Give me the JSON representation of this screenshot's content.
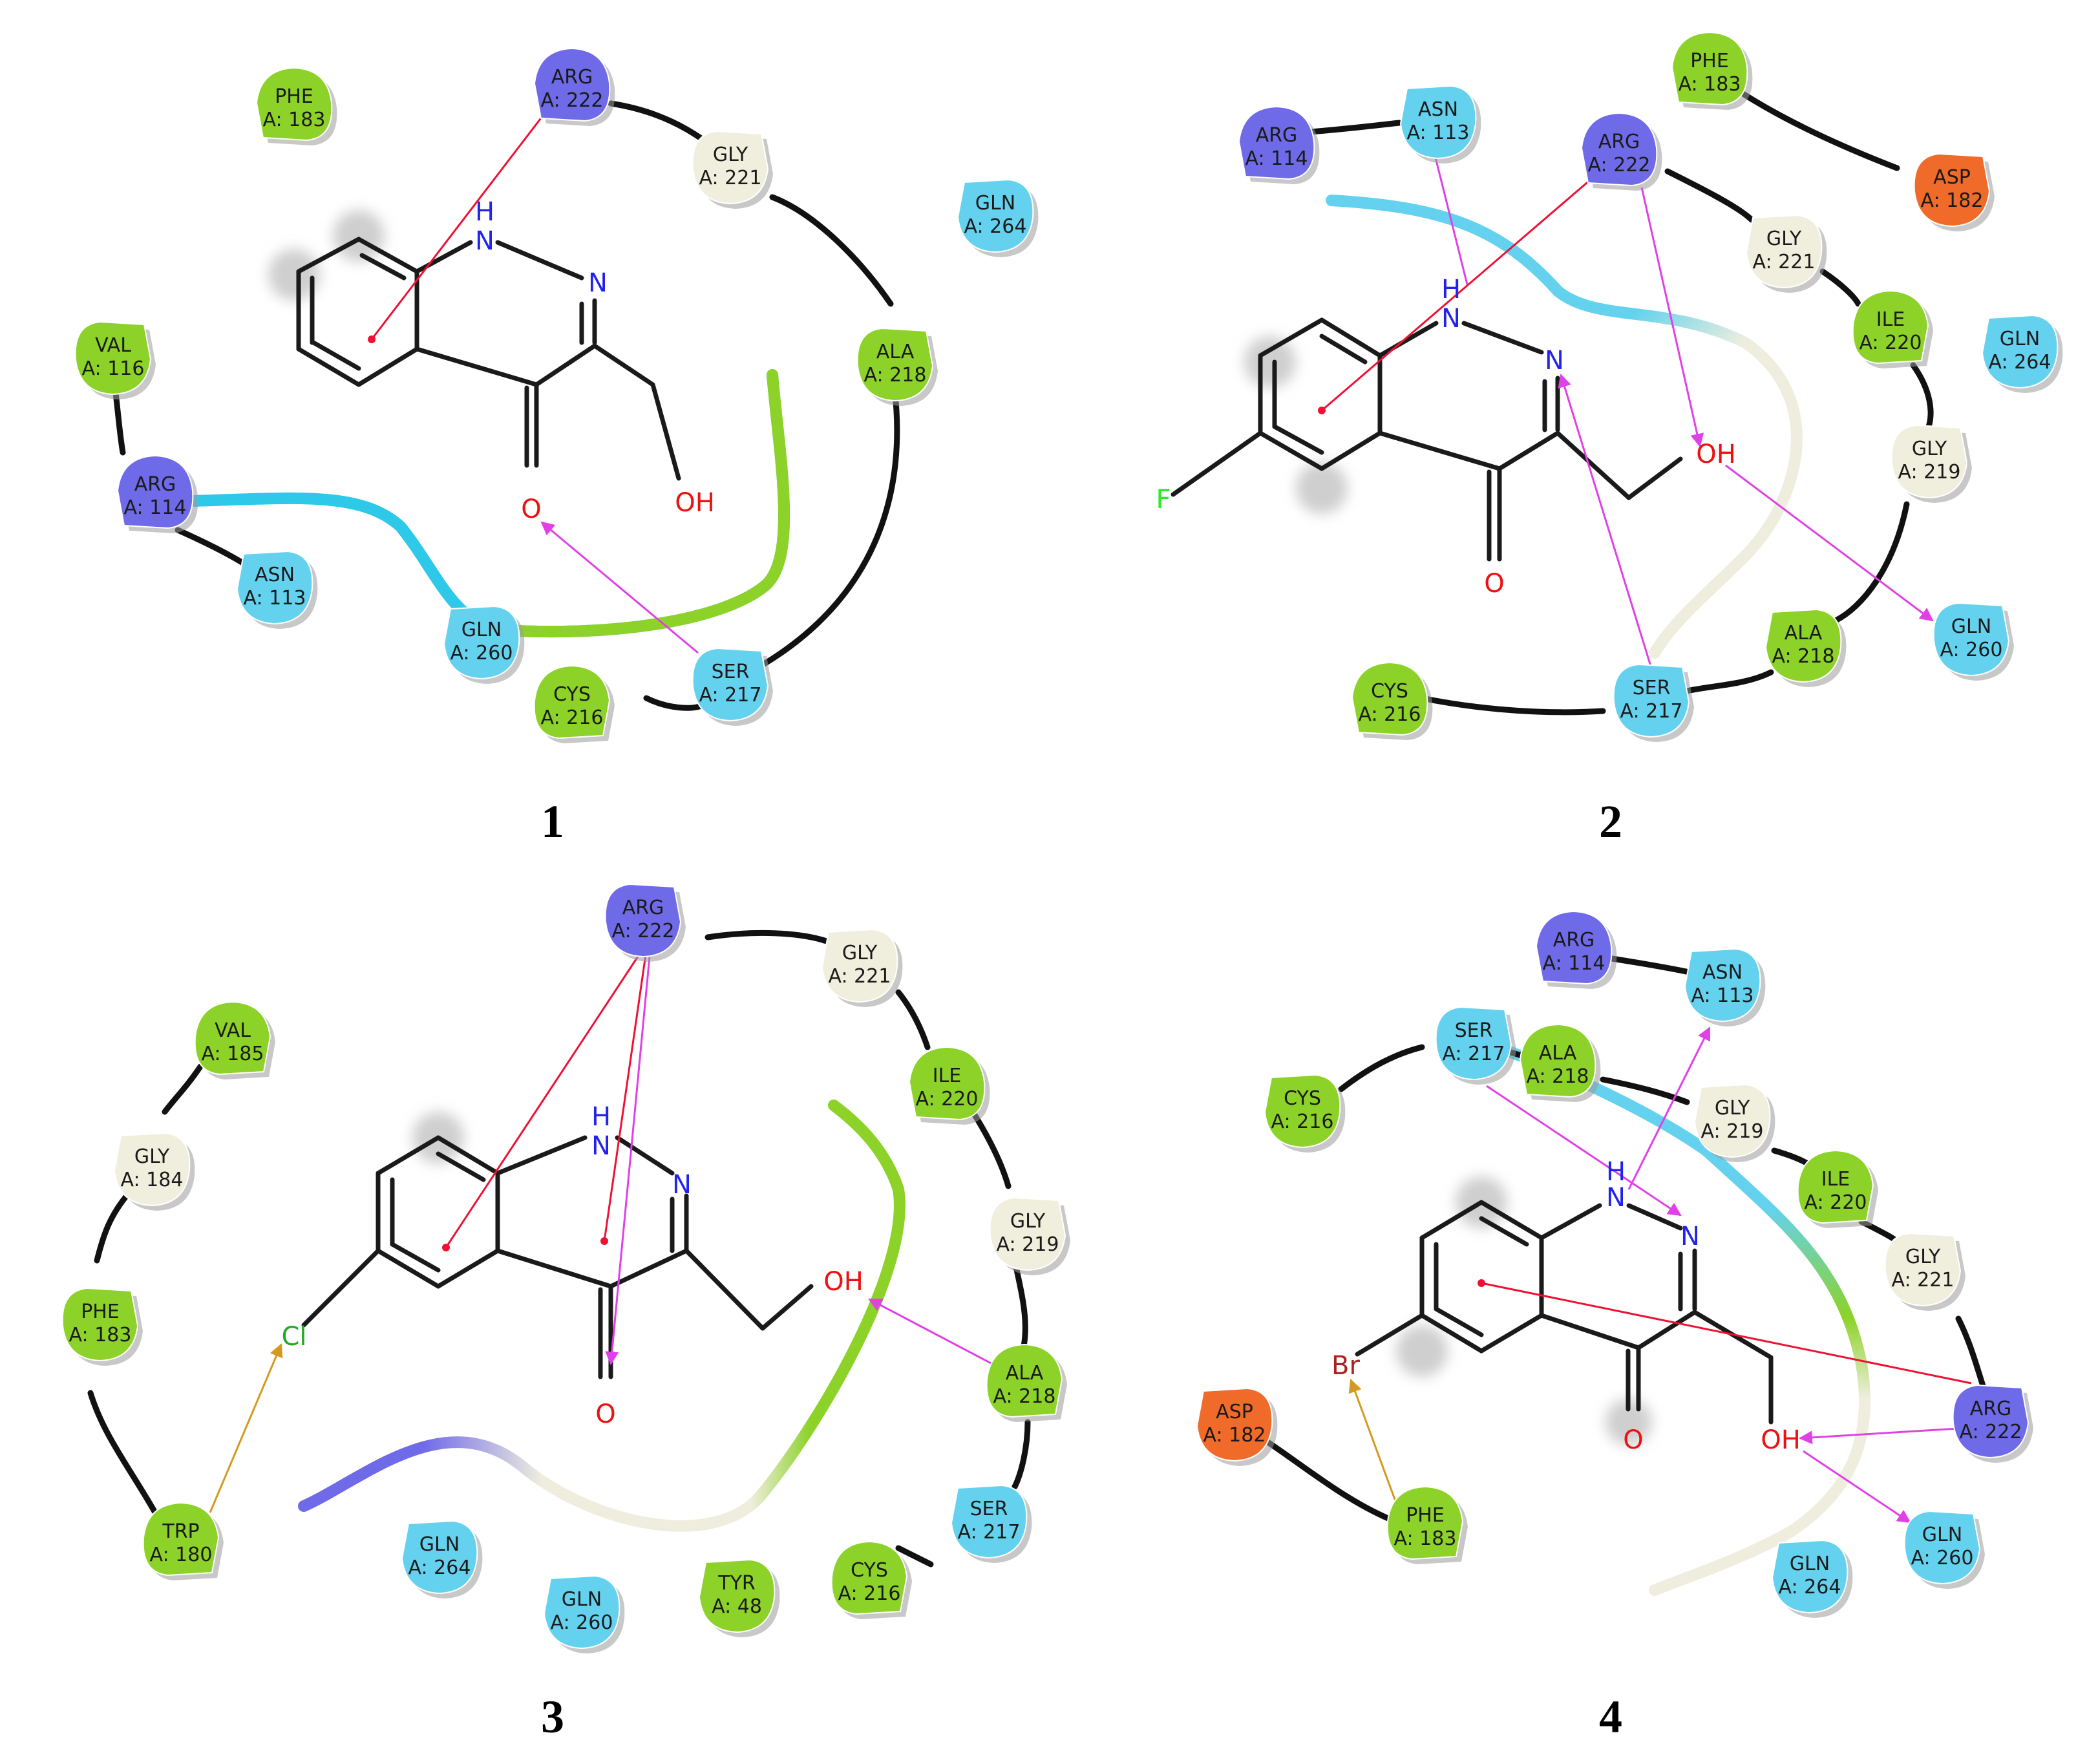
{
  "colors": {
    "charged_positive": "#6f6ae8",
    "charged_negative": "#f06a2a",
    "polar": "#64d2ee",
    "hydrophobic": "#8cd228",
    "glycine": "#f0eedd",
    "pi_pi": "#ee1133",
    "h_bond": "#e040e8",
    "halogen_bond": "#d49a20"
  },
  "atom_labels": {
    "H": "H",
    "N": "N",
    "O": "O",
    "OH": "OH",
    "F": "F",
    "Cl": "Cl",
    "Br": "Br"
  },
  "panels": [
    {
      "label": "1",
      "residues": [
        {
          "name": "PHE",
          "num": "A: 183",
          "type": "hydrophobic"
        },
        {
          "name": "ARG",
          "num": "A: 222",
          "type": "charged_positive"
        },
        {
          "name": "GLY",
          "num": "A: 221",
          "type": "glycine"
        },
        {
          "name": "GLN",
          "num": "A: 264",
          "type": "polar"
        },
        {
          "name": "VAL",
          "num": "A: 116",
          "type": "hydrophobic"
        },
        {
          "name": "ARG",
          "num": "A: 114",
          "type": "charged_positive"
        },
        {
          "name": "ALA",
          "num": "A: 218",
          "type": "hydrophobic"
        },
        {
          "name": "ASN",
          "num": "A: 113",
          "type": "polar"
        },
        {
          "name": "GLN",
          "num": "A: 260",
          "type": "polar"
        },
        {
          "name": "CYS",
          "num": "A: 216",
          "type": "hydrophobic"
        },
        {
          "name": "SER",
          "num": "A: 217",
          "type": "polar"
        }
      ]
    },
    {
      "label": "2",
      "residues": [
        {
          "name": "PHE",
          "num": "A: 183",
          "type": "hydrophobic"
        },
        {
          "name": "ARG",
          "num": "A: 114",
          "type": "charged_positive"
        },
        {
          "name": "ASN",
          "num": "A: 113",
          "type": "polar"
        },
        {
          "name": "ARG",
          "num": "A: 222",
          "type": "charged_positive"
        },
        {
          "name": "ASP",
          "num": "A: 182",
          "type": "charged_negative"
        },
        {
          "name": "GLY",
          "num": "A: 221",
          "type": "glycine"
        },
        {
          "name": "ILE",
          "num": "A: 220",
          "type": "hydrophobic"
        },
        {
          "name": "GLN",
          "num": "A: 264",
          "type": "polar"
        },
        {
          "name": "GLY",
          "num": "A: 219",
          "type": "glycine"
        },
        {
          "name": "GLN",
          "num": "A: 260",
          "type": "polar"
        },
        {
          "name": "ALA",
          "num": "A: 218",
          "type": "hydrophobic"
        },
        {
          "name": "CYS",
          "num": "A: 216",
          "type": "hydrophobic"
        },
        {
          "name": "SER",
          "num": "A: 217",
          "type": "polar"
        }
      ]
    },
    {
      "label": "3",
      "residues": [
        {
          "name": "ARG",
          "num": "A: 222",
          "type": "charged_positive"
        },
        {
          "name": "GLY",
          "num": "A: 221",
          "type": "glycine"
        },
        {
          "name": "VAL",
          "num": "A: 185",
          "type": "hydrophobic"
        },
        {
          "name": "ILE",
          "num": "A: 220",
          "type": "hydrophobic"
        },
        {
          "name": "GLY",
          "num": "A: 184",
          "type": "glycine"
        },
        {
          "name": "GLY",
          "num": "A: 219",
          "type": "glycine"
        },
        {
          "name": "PHE",
          "num": "A: 183",
          "type": "hydrophobic"
        },
        {
          "name": "ALA",
          "num": "A: 218",
          "type": "hydrophobic"
        },
        {
          "name": "SER",
          "num": "A: 217",
          "type": "polar"
        },
        {
          "name": "TRP",
          "num": "A: 180",
          "type": "hydrophobic"
        },
        {
          "name": "GLN",
          "num": "A: 264",
          "type": "polar"
        },
        {
          "name": "GLN",
          "num": "A: 260",
          "type": "polar"
        },
        {
          "name": "TYR",
          "num": "A: 48",
          "type": "hydrophobic"
        },
        {
          "name": "CYS",
          "num": "A: 216",
          "type": "hydrophobic"
        }
      ]
    },
    {
      "label": "4",
      "residues": [
        {
          "name": "ARG",
          "num": "A: 114",
          "type": "charged_positive"
        },
        {
          "name": "ASN",
          "num": "A: 113",
          "type": "polar"
        },
        {
          "name": "SER",
          "num": "A: 217",
          "type": "polar"
        },
        {
          "name": "ALA",
          "num": "A: 218",
          "type": "hydrophobic"
        },
        {
          "name": "CYS",
          "num": "A: 216",
          "type": "hydrophobic"
        },
        {
          "name": "GLY",
          "num": "A: 219",
          "type": "glycine"
        },
        {
          "name": "ILE",
          "num": "A: 220",
          "type": "hydrophobic"
        },
        {
          "name": "GLY",
          "num": "A: 221",
          "type": "glycine"
        },
        {
          "name": "ARG",
          "num": "A: 222",
          "type": "charged_positive"
        },
        {
          "name": "ASP",
          "num": "A: 182",
          "type": "charged_negative"
        },
        {
          "name": "PHE",
          "num": "A: 183",
          "type": "hydrophobic"
        },
        {
          "name": "GLN",
          "num": "A: 260",
          "type": "polar"
        },
        {
          "name": "GLN",
          "num": "A: 264",
          "type": "polar"
        }
      ]
    }
  ]
}
